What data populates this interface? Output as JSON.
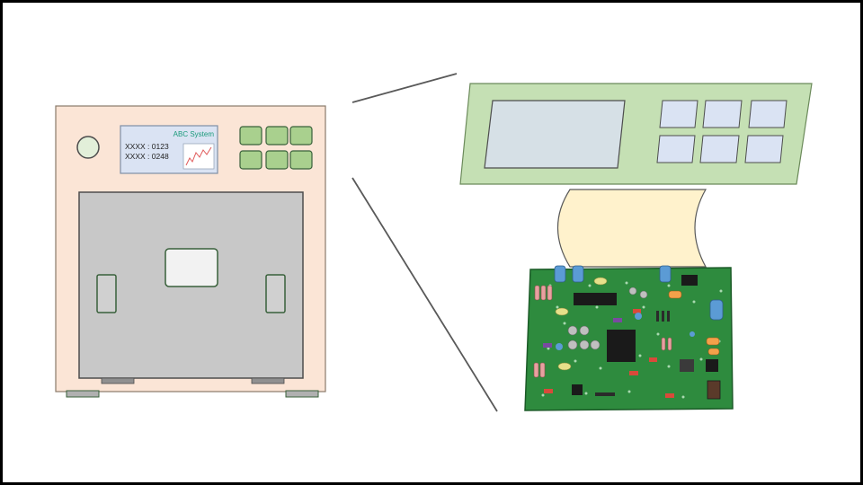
{
  "device": {
    "screen": {
      "title": "ABC System",
      "lines": [
        "XXXX : 0123",
        "XXXX : 0248"
      ]
    }
  },
  "colors": {
    "device_body": "#fbe5d6",
    "door": "#c8c8c8",
    "panel_button": "#a9d08e",
    "screen": "#dae3f3",
    "panel_plate": "#c5e0b4",
    "cable": "#fff2cc",
    "pcb": "#2e8b3e"
  },
  "icons": {
    "screen_graph": "trend-graph-icon",
    "power_knob": "power-knob-icon"
  }
}
